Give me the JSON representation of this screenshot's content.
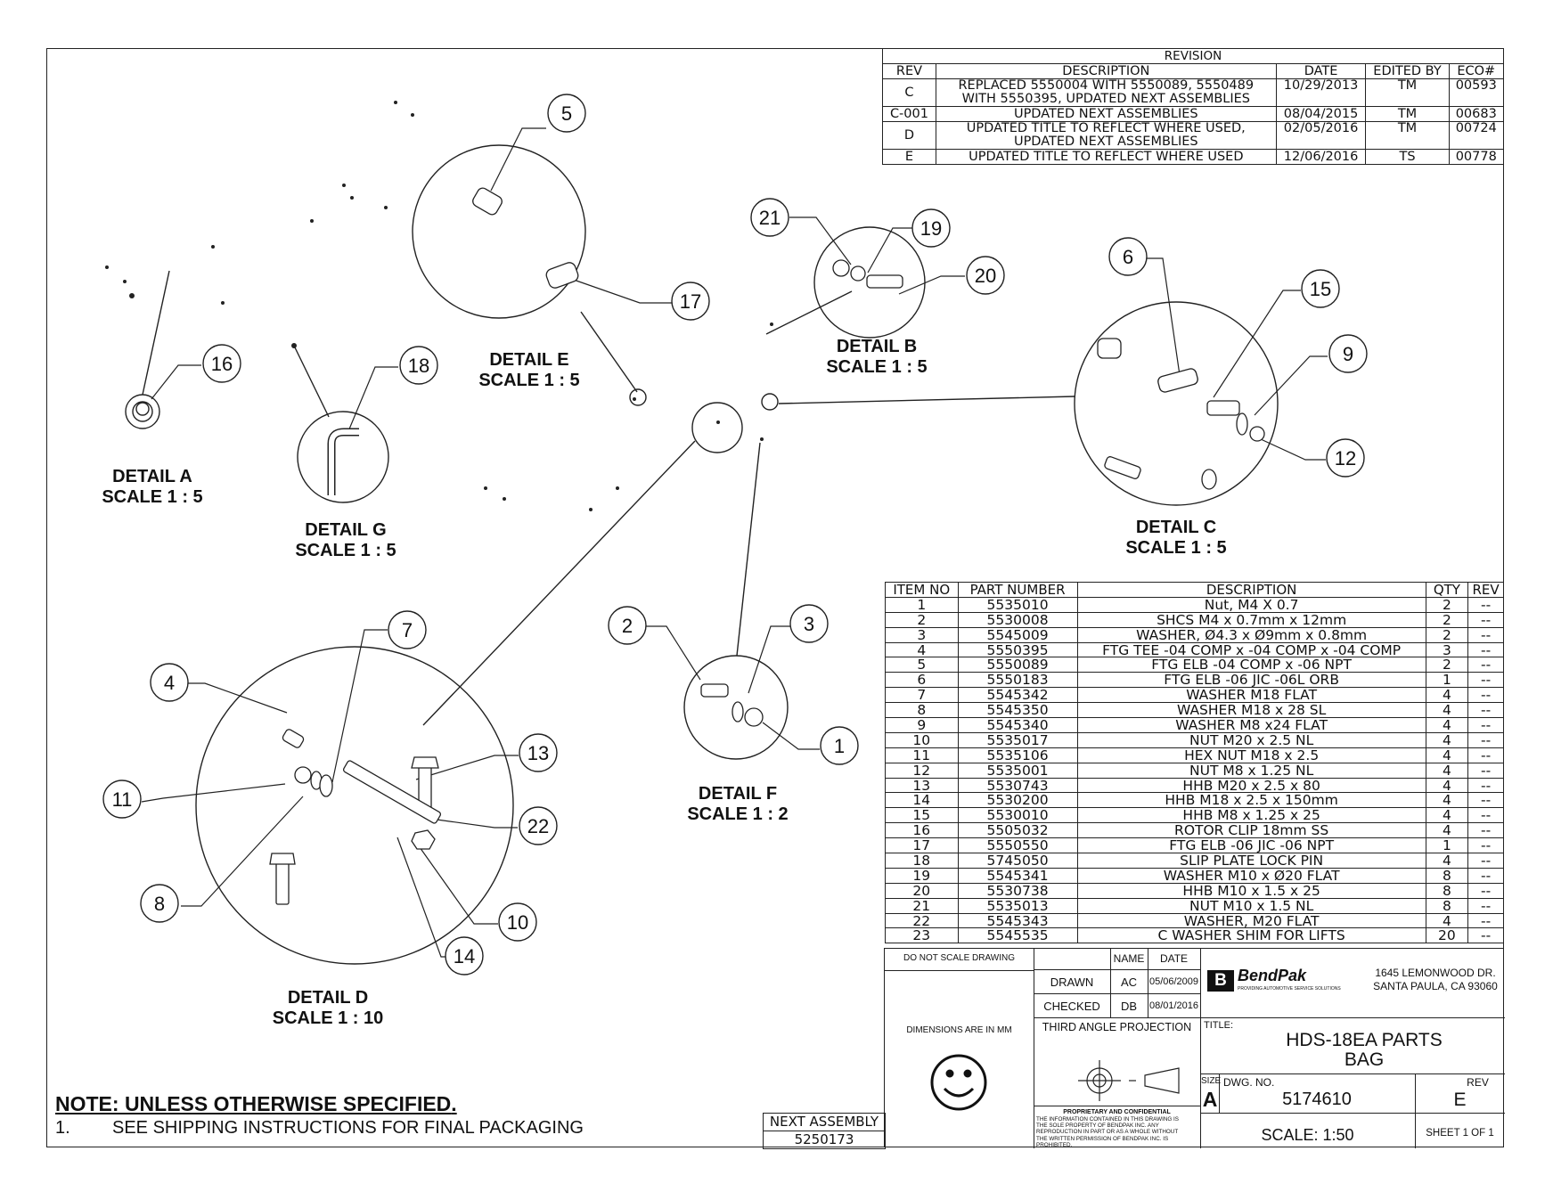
{
  "revision_table": {
    "title": "REVISION",
    "headers": [
      "REV",
      "DESCRIPTION",
      "DATE",
      "EDITED BY",
      "ECO#"
    ],
    "rows": [
      {
        "rev": "C",
        "description": [
          "REPLACED 5550004 WITH 5550089, 5550489",
          "WITH 5550395, UPDATED NEXT ASSEMBLIES"
        ],
        "date": "10/29/2013",
        "edited_by": "TM",
        "eco": "00593"
      },
      {
        "rev": "C-001",
        "description": [
          "UPDATED NEXT ASSEMBLIES"
        ],
        "date": "08/04/2015",
        "edited_by": "TM",
        "eco": "00683"
      },
      {
        "rev": "D",
        "description": [
          "UPDATED TITLE TO REFLECT WHERE USED,",
          "UPDATED NEXT ASSEMBLIES"
        ],
        "date": "02/05/2016",
        "edited_by": "TM",
        "eco": "00724"
      },
      {
        "rev": "E",
        "description": [
          "UPDATED TITLE TO REFLECT WHERE USED"
        ],
        "date": "12/06/2016",
        "edited_by": "TS",
        "eco": "00778"
      }
    ]
  },
  "bom": {
    "headers": [
      "ITEM NO",
      "PART NUMBER",
      "DESCRIPTION",
      "QTY",
      "REV"
    ],
    "rows": [
      [
        "1",
        "5535010",
        "Nut, M4 X 0.7",
        "2",
        "--"
      ],
      [
        "2",
        "5530008",
        "SHCS M4 x 0.7mm x 12mm",
        "2",
        "--"
      ],
      [
        "3",
        "5545009",
        "WASHER, Ø4.3 x Ø9mm x 0.8mm",
        "2",
        "--"
      ],
      [
        "4",
        "5550395",
        "FTG TEE -04 COMP x -04 COMP x -04 COMP",
        "3",
        "--"
      ],
      [
        "5",
        "5550089",
        "FTG ELB -04 COMP x -06 NPT",
        "2",
        "--"
      ],
      [
        "6",
        "5550183",
        "FTG ELB -06 JIC -06L ORB",
        "1",
        "--"
      ],
      [
        "7",
        "5545342",
        "WASHER M18 FLAT",
        "4",
        "--"
      ],
      [
        "8",
        "5545350",
        "WASHER M18 x 28 SL",
        "4",
        "--"
      ],
      [
        "9",
        "5545340",
        "WASHER M8 x24 FLAT",
        "4",
        "--"
      ],
      [
        "10",
        "5535017",
        "NUT M20 x 2.5 NL",
        "4",
        "--"
      ],
      [
        "11",
        "5535106",
        "HEX NUT M18 x 2.5",
        "4",
        "--"
      ],
      [
        "12",
        "5535001",
        "NUT M8 x 1.25 NL",
        "4",
        "--"
      ],
      [
        "13",
        "5530743",
        "HHB M20 x 2.5 x 80",
        "4",
        "--"
      ],
      [
        "14",
        "5530200",
        "HHB M18 x 2.5 x 150mm",
        "4",
        "--"
      ],
      [
        "15",
        "5530010",
        "HHB M8 x 1.25 x 25",
        "4",
        "--"
      ],
      [
        "16",
        "5505032",
        "ROTOR CLIP 18mm SS",
        "4",
        "--"
      ],
      [
        "17",
        "5550550",
        "FTG ELB -06 JIC -06 NPT",
        "1",
        "--"
      ],
      [
        "18",
        "5745050",
        "SLIP PLATE LOCK PIN",
        "4",
        "--"
      ],
      [
        "19",
        "5545341",
        "WASHER M10 x Ø20 FLAT",
        "8",
        "--"
      ],
      [
        "20",
        "5530738",
        "HHB M10 x 1.5 x 25",
        "8",
        "--"
      ],
      [
        "21",
        "5535013",
        "NUT M10 x 1.5 NL",
        "8",
        "--"
      ],
      [
        "22",
        "5545343",
        "WASHER, M20 FLAT",
        "4",
        "--"
      ],
      [
        "23",
        "5545535",
        "C WASHER SHIM FOR LIFTS",
        "20",
        "--"
      ]
    ]
  },
  "details": {
    "a": {
      "name": "DETAIL A",
      "scale": "SCALE 1 : 5"
    },
    "b": {
      "name": "DETAIL B",
      "scale": "SCALE 1 : 5"
    },
    "c": {
      "name": "DETAIL C",
      "scale": "SCALE 1 : 5"
    },
    "d": {
      "name": "DETAIL D",
      "scale": "SCALE 1 : 10"
    },
    "e": {
      "name": "DETAIL E",
      "scale": "SCALE 1 : 5"
    },
    "f": {
      "name": "DETAIL F",
      "scale": "SCALE 1 : 2"
    },
    "g": {
      "name": "DETAIL G",
      "scale": "SCALE 1 : 5"
    }
  },
  "callouts": [
    "5",
    "17",
    "21",
    "19",
    "20",
    "16",
    "18",
    "6",
    "15",
    "9",
    "12",
    "7",
    "4",
    "13",
    "11",
    "22",
    "8",
    "10",
    "14",
    "2",
    "3",
    "1"
  ],
  "note": {
    "title": "NOTE: UNLESS OTHERWISE SPECIFIED",
    "title_end": ".",
    "number": "1.",
    "text": "SEE SHIPPING INSTRUCTIONS FOR FINAL PACKAGING"
  },
  "next_assembly": {
    "label": "NEXT ASSEMBLY",
    "value": "5250173"
  },
  "title_block": {
    "do_not_scale": "DO NOT SCALE DRAWING",
    "name_label": "NAME",
    "date_label": "DATE",
    "drawn_label": "DRAWN",
    "drawn_name": "AC",
    "drawn_date": "05/06/2009",
    "checked_label": "CHECKED",
    "checked_name": "DB",
    "checked_date": "08/01/2016",
    "dimensions": "DIMENSIONS ARE IN MM",
    "projection": "THIRD ANGLE PROJECTION",
    "proprietary_title": "PROPRIETARY AND CONFIDENTIAL",
    "proprietary_text": [
      "THE INFORMATION CONTAINED IN THIS DRAWING IS",
      "THE SOLE PROPERTY OF BENDPAK INC. ANY",
      "REPRODUCTION IN PART OR AS A WHOLE WITHOUT",
      "THE WRITTEN PERMISSION OF BENDPAK INC. IS",
      "PROHIBITED."
    ],
    "company_logo": "BendPak",
    "company_tagline": "PROVIDING AUTOMOTIVE SERVICE SOLUTIONS",
    "address_1": "1645 LEMONWOOD DR.",
    "address_2": "SANTA PAULA, CA 93060",
    "title_label": "TITLE:",
    "title_1": "HDS-18EA  PARTS",
    "title_2": "BAG",
    "size_label": "SIZE",
    "size": "A",
    "dwg_label": "DWG.  NO.",
    "dwg_no": "5174610",
    "rev_label": "REV",
    "rev": "E",
    "scale": "SCALE: 1:50",
    "sheet": "SHEET 1 OF 1"
  }
}
